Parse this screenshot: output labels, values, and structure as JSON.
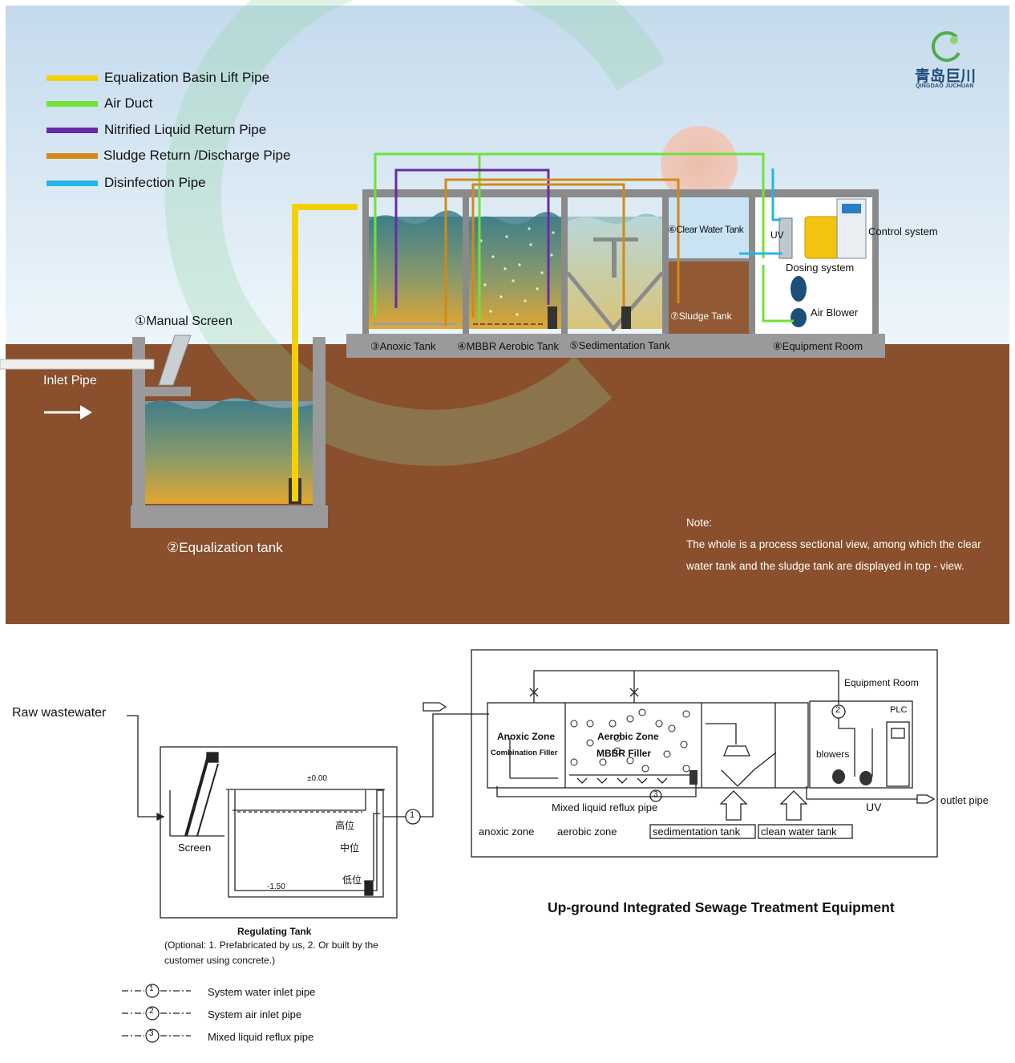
{
  "logo": {
    "cn_text": "青岛巨川",
    "en_text": "QINGDAO JUCHUAN"
  },
  "legend": [
    {
      "label": "Equalization Basin Lift Pipe",
      "color": "#f5d000"
    },
    {
      "label": "Air Duct",
      "color": "#6fe23a"
    },
    {
      "label": "Nitrified Liquid Return  Pipe",
      "color": "#6a2aa8"
    },
    {
      "label": "Sludge Return /Discharge  Pipe",
      "color": "#d08a16"
    },
    {
      "label": "Disinfection Pipe",
      "color": "#25b4e8"
    }
  ],
  "top_labels": {
    "manual_screen": "①Manual Screen",
    "inlet_pipe": "Inlet Pipe",
    "equalization_tank": "②Equalization  tank",
    "anoxic_tank": "③Anoxic Tank",
    "mbbr_tank": "④MBBR Aerobic Tank",
    "sedimentation_tank": "⑤Sedimentation Tank",
    "clear_water_tank": "⑥Clear Water Tank",
    "sludge_tank": "⑦Sludge Tank",
    "equipment_room": "⑧Equipment Room",
    "uv": "UV",
    "dosing_system": "Dosing system",
    "control_system": "Control system",
    "air_blower": "Air Blower"
  },
  "note": {
    "title": "Note:",
    "line1": "The whole is a process sectional view, among which the clear",
    "line2": "water tank and the sludge tank are displayed in top - view."
  },
  "bottom_labels": {
    "raw_wastewater": "Raw wastewater",
    "screen": "Screen",
    "level_top": "±0.00",
    "level_bottom": "-1.50",
    "high_level": "高位",
    "mid_level": "中位",
    "low_level": "低位",
    "regulating_tank": "Regulating Tank",
    "regulating_note1": "(Optional: 1. Prefabricated by us, 2. Or built by the",
    "regulating_note2": "customer using concrete.)",
    "equipment_room": "Equipment Room",
    "plc": "PLC",
    "anoxic_zone_title": "Anoxic Zone",
    "combination_filler": "Combination Filler",
    "aerobic_zone_title": "Aerobic Zone",
    "mbbr_filler": "MBBR Filler",
    "blowers": "blowers",
    "uv": "UV",
    "outlet_pipe": "outlet pipe",
    "mixed_reflux": "Mixed liquid reflux pipe",
    "anoxic_zone": "anoxic zone",
    "aerobic_zone": "aerobic zone",
    "sedimentation_tank": "sedimentation tank",
    "clean_water_tank": "clean water tank",
    "main_title": "Up-ground Integrated Sewage Treatment Equipment"
  },
  "bottom_legend": [
    {
      "num": "1",
      "label": "System water inlet pipe"
    },
    {
      "num": "2",
      "label": "System air inlet pipe"
    },
    {
      "num": "3",
      "label": "Mixed liquid reflux pipe"
    }
  ]
}
